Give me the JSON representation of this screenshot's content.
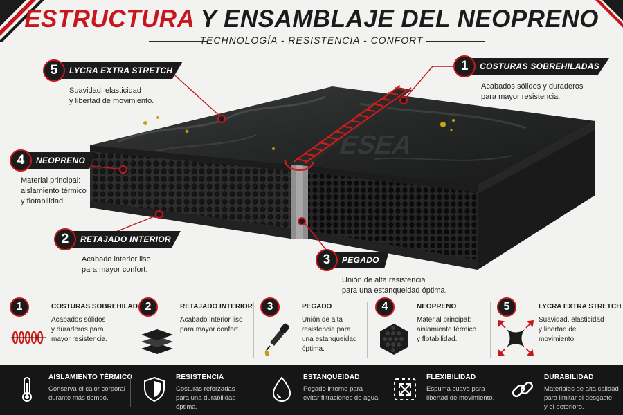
{
  "header": {
    "title_accent": "ESTRUCTURA",
    "title_rest": "Y ENSAMBLAJE DEL NEOPRENO",
    "subtitle": "TECHNOLOGÍA - RESISTENCIA - CONFORT"
  },
  "colors": {
    "accent": "#c8161d",
    "dark": "#1b1b1b",
    "background": "#f2f2f0",
    "highlight": "#c9a514"
  },
  "callouts": [
    {
      "number": "5",
      "title": "LYCRA EXTRA STRETCH",
      "desc": "Suavidad, elasticidad\ny libertad de movimiento."
    },
    {
      "number": "1",
      "title": "COSTURAS SOBREHILADAS",
      "desc": "Acabados sólidos y duraderos\npara mayor resistencia."
    },
    {
      "number": "4",
      "title": "NEOPRENO",
      "desc": "Material principal:\naislamiento térmico\ny flotabilidad."
    },
    {
      "number": "2",
      "title": "RETAJADO INTERIOR",
      "desc": "Acabado interior liso\npara mayor confort."
    },
    {
      "number": "3",
      "title": "PEGADO",
      "desc": "Unión de alta resistencia\npara una estanqueidad óptima."
    }
  ],
  "features": [
    {
      "number": "1",
      "title": "COSTURAS SOBREHILADAS",
      "desc": "Acabados sólidos\ny duraderos para\nmayor resistencia.",
      "icon": "stitch-icon"
    },
    {
      "number": "2",
      "title": "RETAJADO INTERIOR",
      "desc": "Acabado interior liso\npara mayor confort.",
      "icon": "layers-icon"
    },
    {
      "number": "3",
      "title": "PEGADO",
      "desc": "Unión de alta\nresistencia para\nuna estanqueidad\nóptima.",
      "icon": "dropper-icon"
    },
    {
      "number": "4",
      "title": "NEOPRENO",
      "desc": "Material principal:\naislamiento térmico\ny flotabilidad.",
      "icon": "hexagon-cells-icon"
    },
    {
      "number": "5",
      "title": "LYCRA EXTRA STRETCH",
      "desc": "Suavidad, elasticidad\ny libertad de\nmovimiento.",
      "icon": "stretch-fabric-icon"
    }
  ],
  "benefits": [
    {
      "title": "AISLAMIENTO TÉRMICO",
      "desc": "Conserva el calor corporal\ndurante más tiempo.",
      "icon": "thermometer-icon"
    },
    {
      "title": "RESISTENCIA",
      "desc": "Costuras reforzadas\npara una durabilidad óptima.",
      "icon": "shield-icon"
    },
    {
      "title": "ESTANQUEIDAD",
      "desc": "Pegado interno para\nevitar filtraciones de agua.",
      "icon": "water-drop-icon"
    },
    {
      "title": "FLEXIBILIDAD",
      "desc": "Espuma suave para\nlibertad de movimiento.",
      "icon": "expand-arrows-icon"
    },
    {
      "title": "DURABILIDAD",
      "desc": "Materiales de alta calidad\npara limitar el desgaste\ny el deterioro.",
      "icon": "link-chain-icon"
    }
  ]
}
